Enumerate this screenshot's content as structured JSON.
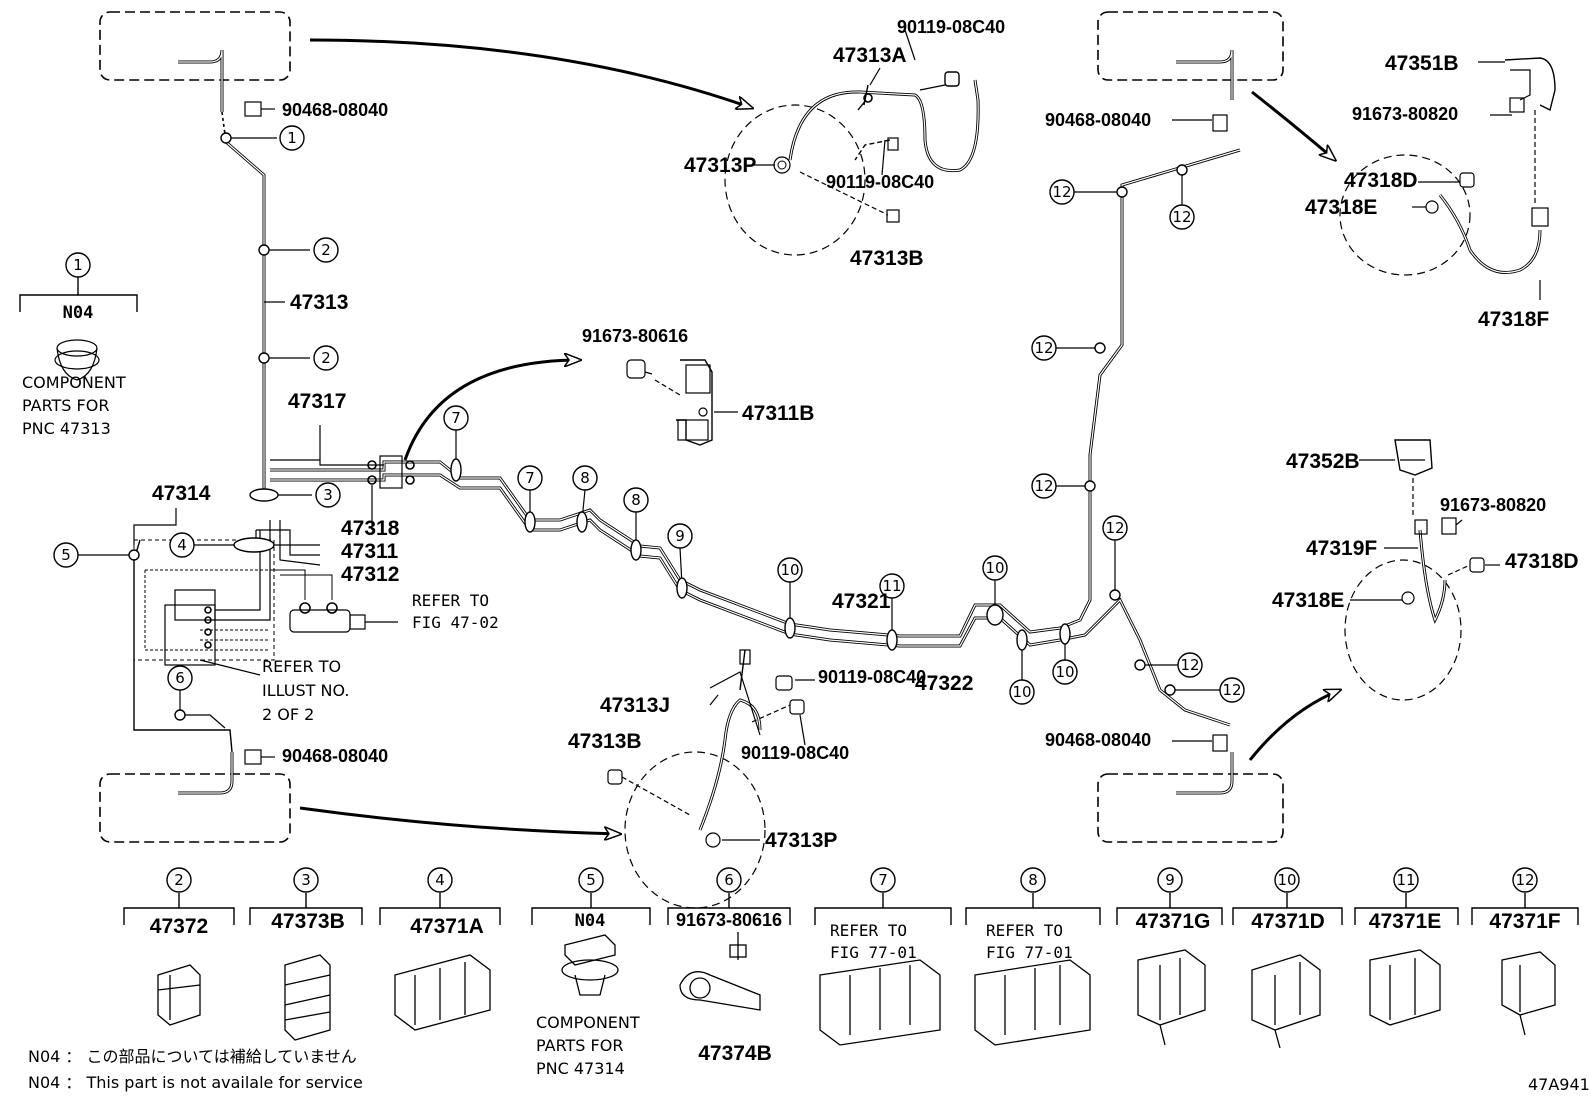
{
  "parts": {
    "p47313": "47313",
    "p47317": "47317",
    "p47314": "47314",
    "p47318": "47318",
    "p47311": "47311",
    "p47312": "47312",
    "p47321": "47321",
    "p47322": "47322",
    "p47313A": "47313A",
    "p47313P_top": "47313P",
    "p47313B_top": "47313B",
    "p47313J": "47313J",
    "p47313B_bot": "47313B",
    "p47313P_bot": "47313P",
    "p47311B": "47311B",
    "p47351B": "47351B",
    "p47318D_top": "47318D",
    "p47318E_top": "47318E",
    "p47318F": "47318F",
    "p47352B": "47352B",
    "p47319F": "47319F",
    "p47318D_bot": "47318D",
    "p47318E_bot": "47318E"
  },
  "fasteners": {
    "f_90468_a": "90468-08040",
    "f_90468_b": "90468-08040",
    "f_90468_c": "90468-08040",
    "f_90468_d": "90468-08040",
    "f_90119_a": "90119-08C40",
    "f_90119_b": "90119-08C40",
    "f_90119_c": "90119-08C40",
    "f_90119_d": "90119-08C40",
    "f_91673_80616": "91673-80616",
    "f_91673_80820_a": "91673-80820",
    "f_91673_80820_b": "91673-80820"
  },
  "refer": {
    "fig4702_l1": "REFER TO",
    "fig4702_l2": "FIG 47-02",
    "illust_l1": "REFER TO",
    "illust_l2": "ILLUST NO.",
    "illust_l3": "2 OF 2"
  },
  "component_note": {
    "l1": "COMPONENT",
    "l2": "PARTS FOR",
    "l3": "PNC 47313"
  },
  "n04": "N04",
  "callouts": [
    "1",
    "2",
    "2",
    "3",
    "4",
    "5",
    "6",
    "7",
    "7",
    "8",
    "8",
    "9",
    "10",
    "10",
    "10",
    "10",
    "11",
    "12",
    "12",
    "12",
    "12",
    "12",
    "12",
    "12"
  ],
  "legend": [
    {
      "num": "2",
      "part": "47372"
    },
    {
      "num": "3",
      "part": "47373B"
    },
    {
      "num": "4",
      "part": "47371A"
    },
    {
      "num": "5",
      "part": "N04",
      "note_l1": "COMPONENT",
      "note_l2": "PARTS FOR",
      "note_l3": "PNC 47314"
    },
    {
      "num": "6",
      "part": "91673-80616",
      "sub": "47374B"
    },
    {
      "num": "7",
      "part": "",
      "note_l1": "REFER TO",
      "note_l2": "FIG 77-01"
    },
    {
      "num": "8",
      "part": "",
      "note_l1": "REFER TO",
      "note_l2": "FIG 77-01"
    },
    {
      "num": "9",
      "part": "47371G"
    },
    {
      "num": "10",
      "part": "47371D"
    },
    {
      "num": "11",
      "part": "47371E"
    },
    {
      "num": "12",
      "part": "47371F"
    }
  ],
  "footnotes": {
    "jp": "N04 ： この部品については補給していません",
    "en": "N04 ： This part is not availale for service"
  },
  "figure_id": "47A941"
}
